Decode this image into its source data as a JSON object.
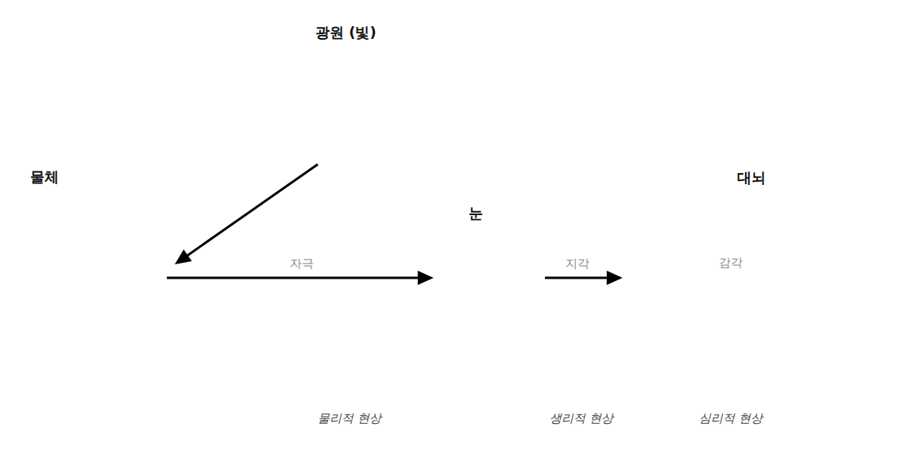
{
  "diagram": {
    "nodes": [
      {
        "text": [
          "광원 (빛)"
        ]
      },
      {
        "text": [
          "물체"
        ]
      },
      {
        "text": [
          "눈"
        ]
      },
      {
        "text": [
          "대뇌"
        ]
      }
    ],
    "edges": [
      {
        "from": 0,
        "to": 1,
        "arrow": "to"
      },
      {
        "from": 1,
        "to": 2,
        "label": "자극",
        "arrow": "to"
      },
      {
        "from": 2,
        "to": 3,
        "label": "지각",
        "arrow": "to"
      }
    ],
    "labels": [
      "감각",
      "물리적 현상",
      "생리적 현상",
      "심리적 현상"
    ]
  }
}
